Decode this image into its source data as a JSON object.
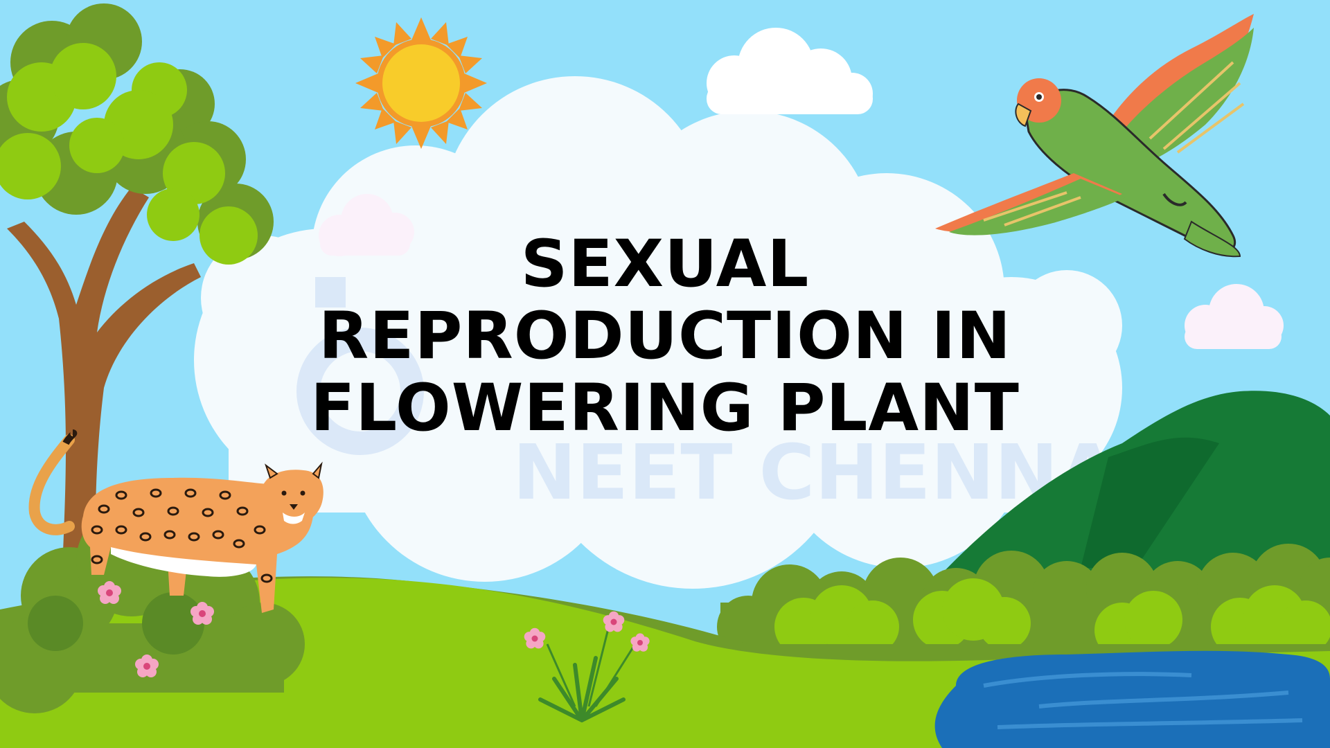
{
  "slide": {
    "title_lines": [
      "SEXUAL",
      "REPRODUCTION IN",
      "FLOWERING PLANT"
    ],
    "watermark": "NEET CHENNAI"
  },
  "colors": {
    "sky": "#93e0fa",
    "cloud": "#f4fafd",
    "grass_light": "#8fcb12",
    "grass_dark": "#6f9c2a",
    "mountain": "#167a36",
    "pond": "#1b6fb8",
    "sun": "#f8cc2a",
    "sun_rays": "#f39a2a",
    "title": "#000000"
  },
  "icons": [
    "sun-icon",
    "cloud-icon",
    "tree-icon",
    "parrot-icon",
    "jaguar-icon",
    "mountain-icon",
    "pond-icon",
    "bush-icon",
    "flower-icon"
  ]
}
